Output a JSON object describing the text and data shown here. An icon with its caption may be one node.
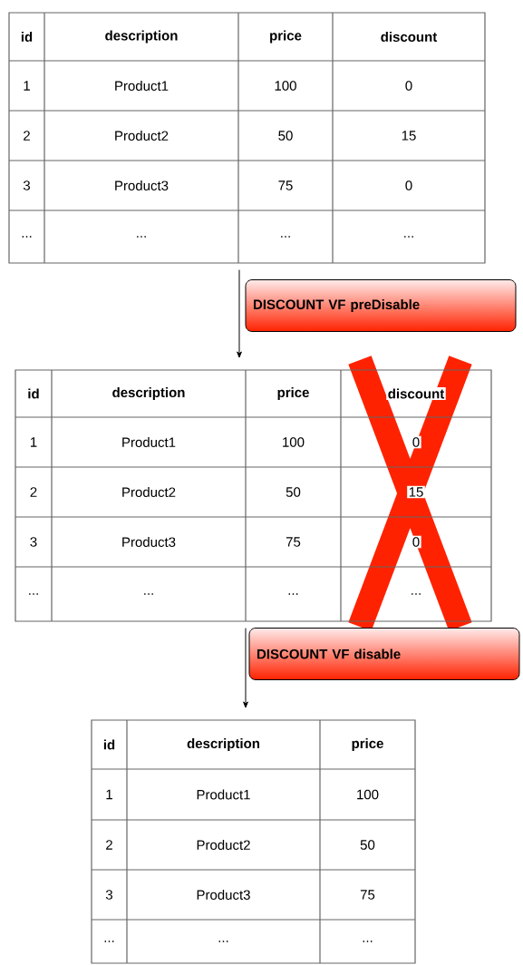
{
  "diagram": {
    "nodes": [
      {
        "text": [
          "id",
          "description",
          "price",
          "discount",
          "1",
          "Product1",
          "100",
          "0",
          "2",
          "Product2",
          "50",
          "15",
          "3",
          "Product3",
          "75",
          "0",
          "...",
          "...",
          "...",
          "..."
        ]
      },
      {
        "text": [
          "id",
          "description",
          "price",
          "discount",
          "1",
          "Product1",
          "100",
          "0",
          "2",
          "Product2",
          "50",
          "15",
          "3",
          "Product3",
          "75",
          "0",
          "...",
          "...",
          "...",
          "..."
        ]
      },
      {
        "text": [
          "id",
          "description",
          "price",
          "1",
          "Product1",
          "100",
          "2",
          "Product2",
          "50",
          "3",
          "Product3",
          "75",
          "...",
          "...",
          "..."
        ]
      }
    ],
    "edges": [
      {
        "from": 0,
        "to": 1,
        "arrow": "to",
        "label": "DISCOUNT VF preDisable"
      },
      {
        "from": 1,
        "to": 2,
        "arrow": "to",
        "label": "DISCOUNT VF disable"
      }
    ]
  }
}
